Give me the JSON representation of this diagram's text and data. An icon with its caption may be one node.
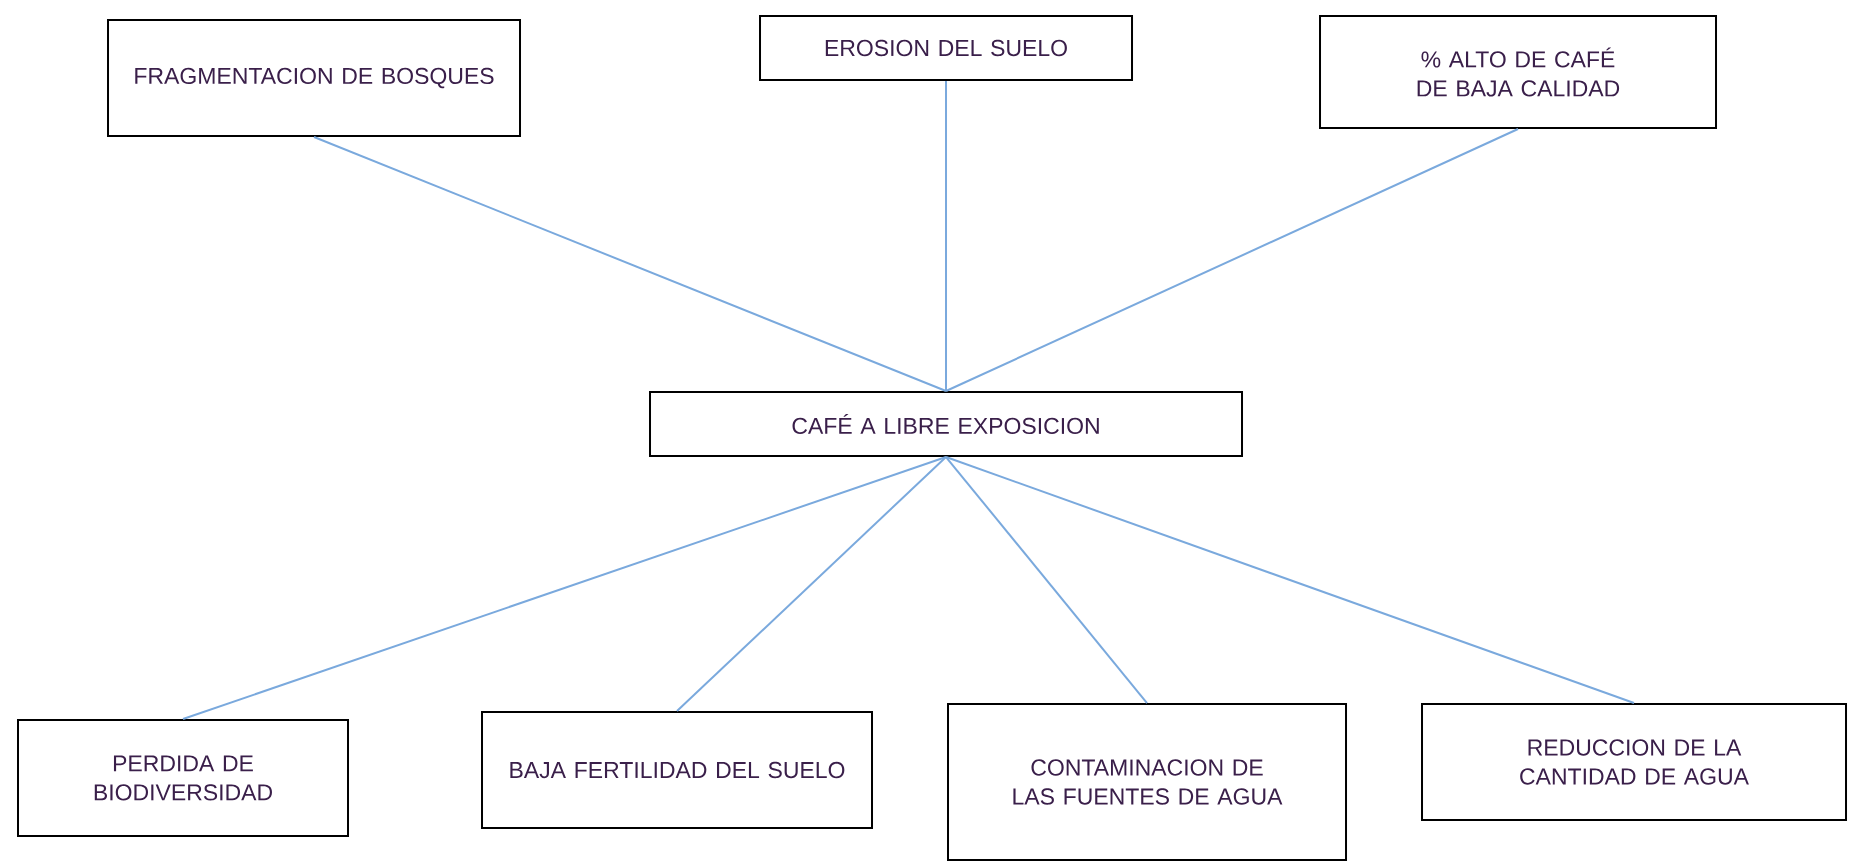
{
  "diagram": {
    "nodes": [
      {
        "text": [
          "FRAGMENTACION DE BOSQUES"
        ]
      },
      {
        "text": [
          "EROSION DEL SUELO"
        ]
      },
      {
        "text": [
          "% ALTO DE CAFÉ DE BAJA CALIDAD"
        ]
      },
      {
        "text": [
          "CAFÉ A LIBRE EXPOSICION"
        ]
      },
      {
        "text": [
          "PERDIDA DE BIODIVERSIDAD"
        ]
      },
      {
        "text": [
          "BAJA FERTILIDAD DEL SUELO"
        ]
      },
      {
        "text": [
          "CONTAMINACION DE LAS FUENTES DE AGUA"
        ]
      },
      {
        "text": [
          "REDUCCION DE LA CANTIDAD DE AGUA"
        ]
      }
    ],
    "edges": [
      {
        "from": 0,
        "to": 3,
        "arrow": "none"
      },
      {
        "from": 1,
        "to": 3,
        "arrow": "none"
      },
      {
        "from": 2,
        "to": 3,
        "arrow": "none"
      },
      {
        "from": 3,
        "to": 4,
        "arrow": "none"
      },
      {
        "from": 3,
        "to": 5,
        "arrow": "none"
      },
      {
        "from": 3,
        "to": 6,
        "arrow": "none"
      },
      {
        "from": 3,
        "to": 7,
        "arrow": "none"
      }
    ]
  }
}
